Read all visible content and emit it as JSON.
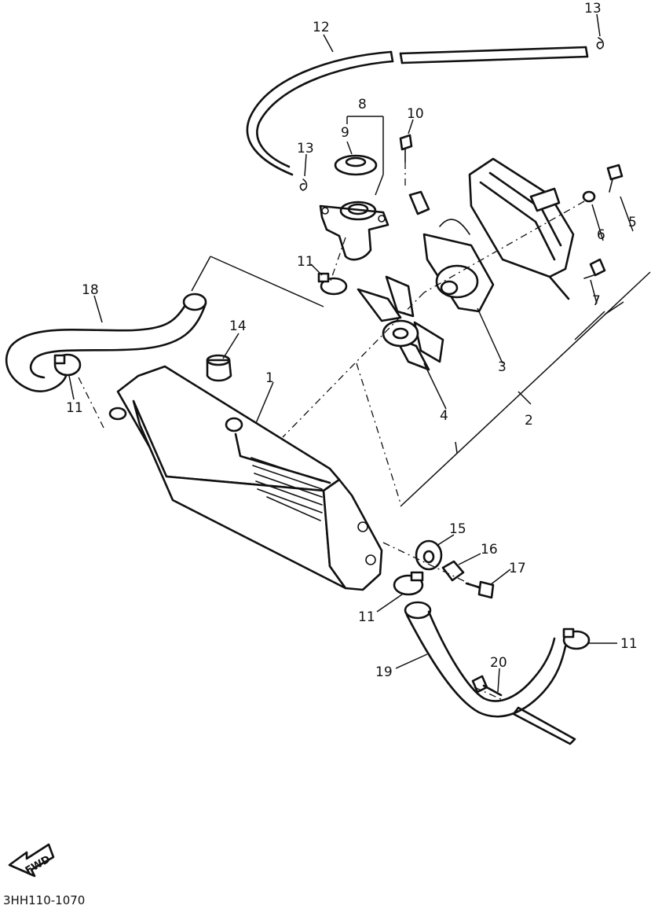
{
  "diagram": {
    "drawing_code": "3HH110-1070",
    "fwd_label": "FWD",
    "callouts": [
      {
        "id": "c1",
        "label": "1"
      },
      {
        "id": "c2",
        "label": "2"
      },
      {
        "id": "c3",
        "label": "3"
      },
      {
        "id": "c4",
        "label": "4"
      },
      {
        "id": "c5",
        "label": "5"
      },
      {
        "id": "c6",
        "label": "6"
      },
      {
        "id": "c7",
        "label": "7"
      },
      {
        "id": "c8",
        "label": "8"
      },
      {
        "id": "c9",
        "label": "9"
      },
      {
        "id": "c10",
        "label": "10"
      },
      {
        "id": "c11a",
        "label": "11"
      },
      {
        "id": "c11b",
        "label": "11"
      },
      {
        "id": "c11c",
        "label": "11"
      },
      {
        "id": "c11d",
        "label": "11"
      },
      {
        "id": "c12",
        "label": "12"
      },
      {
        "id": "c13a",
        "label": "13"
      },
      {
        "id": "c13b",
        "label": "13"
      },
      {
        "id": "c14",
        "label": "14"
      },
      {
        "id": "c15",
        "label": "15"
      },
      {
        "id": "c16",
        "label": "16"
      },
      {
        "id": "c17",
        "label": "17"
      },
      {
        "id": "c18",
        "label": "18"
      },
      {
        "id": "c19",
        "label": "19"
      },
      {
        "id": "c20",
        "label": "20"
      }
    ]
  }
}
